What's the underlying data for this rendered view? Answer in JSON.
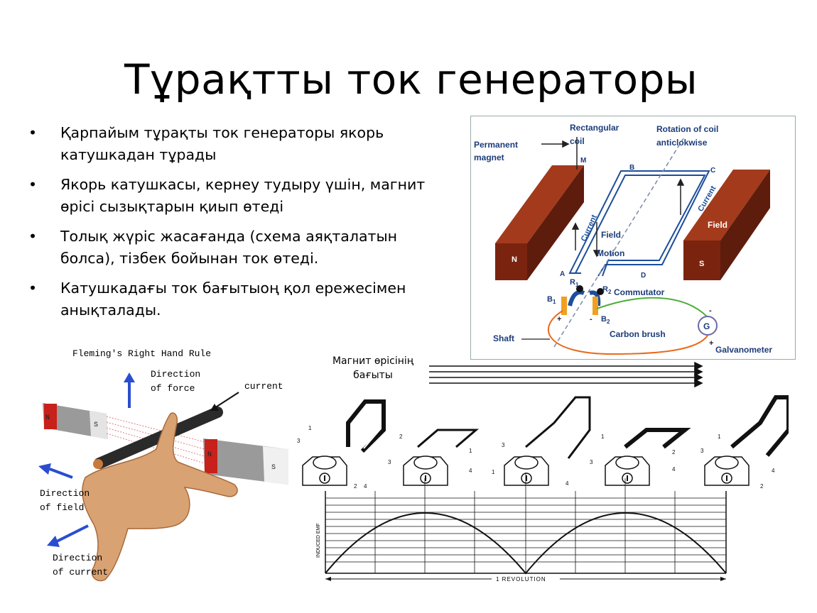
{
  "title": "Тұрақтты ток генераторы",
  "bullets": [
    "Қарпайым тұрақты ток генераторы якорь катушкадан тұрады",
    "Якорь катушкасы, кернеу тудыру үшін, магнит өрісі сызықтарын қиып өтеді",
    "Толық жүріс жасағанда (схема аяқталатын болса), тізбек бойынан ток өтеді.",
    "Катушкадағы ток бағытыоң қол ережесімен анықталады."
  ],
  "generator_diagram": {
    "permanent_magnet": [
      "Permanent",
      "magnet"
    ],
    "rectangular_coil": [
      "Rectangular",
      "coil"
    ],
    "rotation": [
      "Rotation of coil",
      "anticlokwise"
    ],
    "corner_m": "M",
    "corner_b": "B",
    "corner_c": "C",
    "corner_a": "A",
    "corner_d": "D",
    "current_left": "Current",
    "current_right": "Current",
    "field_motion_1": "Field",
    "field_motion_2": "Motion",
    "field": "Field",
    "pole_n": "N",
    "pole_s": "S",
    "r1": "R",
    "r1_sub": "1",
    "r2": "R",
    "r2_sub": "2",
    "b1": "B",
    "b1_sub": "1",
    "b2": "B",
    "b2_sub": "2",
    "commutator": "Commutator",
    "carbon_brush": "Carbon brush",
    "shaft": "Shaft",
    "galvanometer": "Galvanometer",
    "g": "G",
    "plus_left": "+",
    "minus_left": "-",
    "minus_g": "-",
    "plus_g": "+"
  },
  "fleming": {
    "title": "Fleming's Right Hand Rule",
    "force": [
      "Direction",
      "of force"
    ],
    "current": "current",
    "field": [
      "Direction",
      "of field"
    ],
    "current_dir": [
      "Direction",
      "of current"
    ],
    "pole_n": "N",
    "pole_s": "S"
  },
  "field_direction": [
    "Магнит өрісінің",
    "бағыты"
  ],
  "waveform": {
    "ylabel": "INDUCED EMF",
    "xlabel": "1 REVOLUTION",
    "labels_1": "1",
    "labels_2": "2",
    "labels_3": "3",
    "labels_4": "4"
  },
  "colors": {
    "magnet": "#8b2e16",
    "coil": "#1c4e9c",
    "wire_green": "#4caf3a",
    "wire_orange": "#e86a1e",
    "arrow_blue": "#2a4dd0"
  }
}
